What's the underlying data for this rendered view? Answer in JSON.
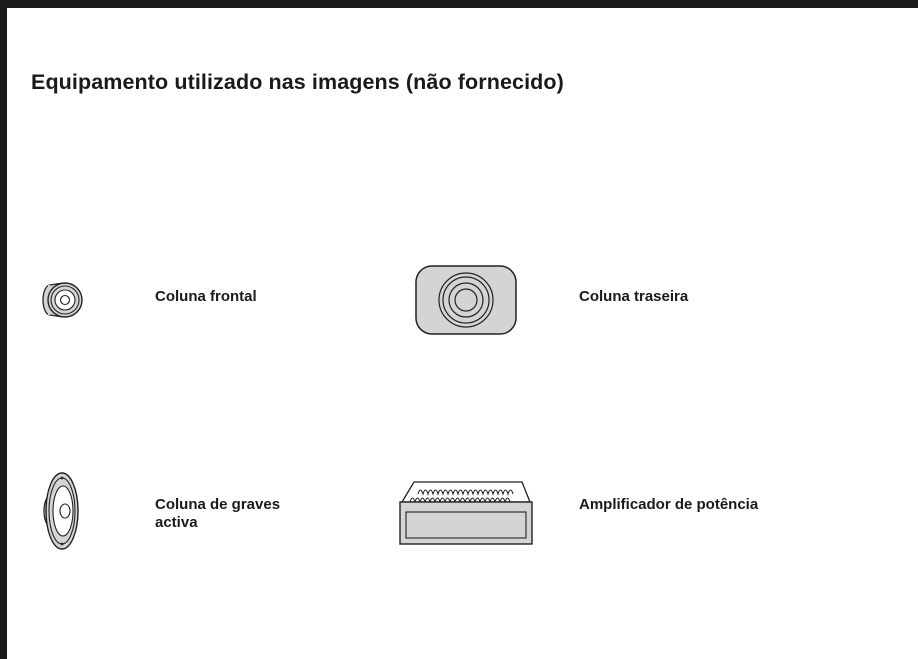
{
  "page": {
    "title": "Equipamento utilizado nas imagens (não fornecido)"
  },
  "equipment": [
    {
      "icon": "front-speaker-icon",
      "label": "Coluna frontal"
    },
    {
      "icon": "rear-speaker-icon",
      "label": "Coluna traseira"
    },
    {
      "icon": "subwoofer-icon",
      "label_lines": [
        "Coluna de graves",
        "activa"
      ]
    },
    {
      "icon": "power-amplifier-icon",
      "label": "Amplificador de potência"
    }
  ],
  "colors": {
    "frame": "#1a1a1a",
    "icon_fill": "#d4d4d4",
    "icon_stroke": "#222222"
  }
}
